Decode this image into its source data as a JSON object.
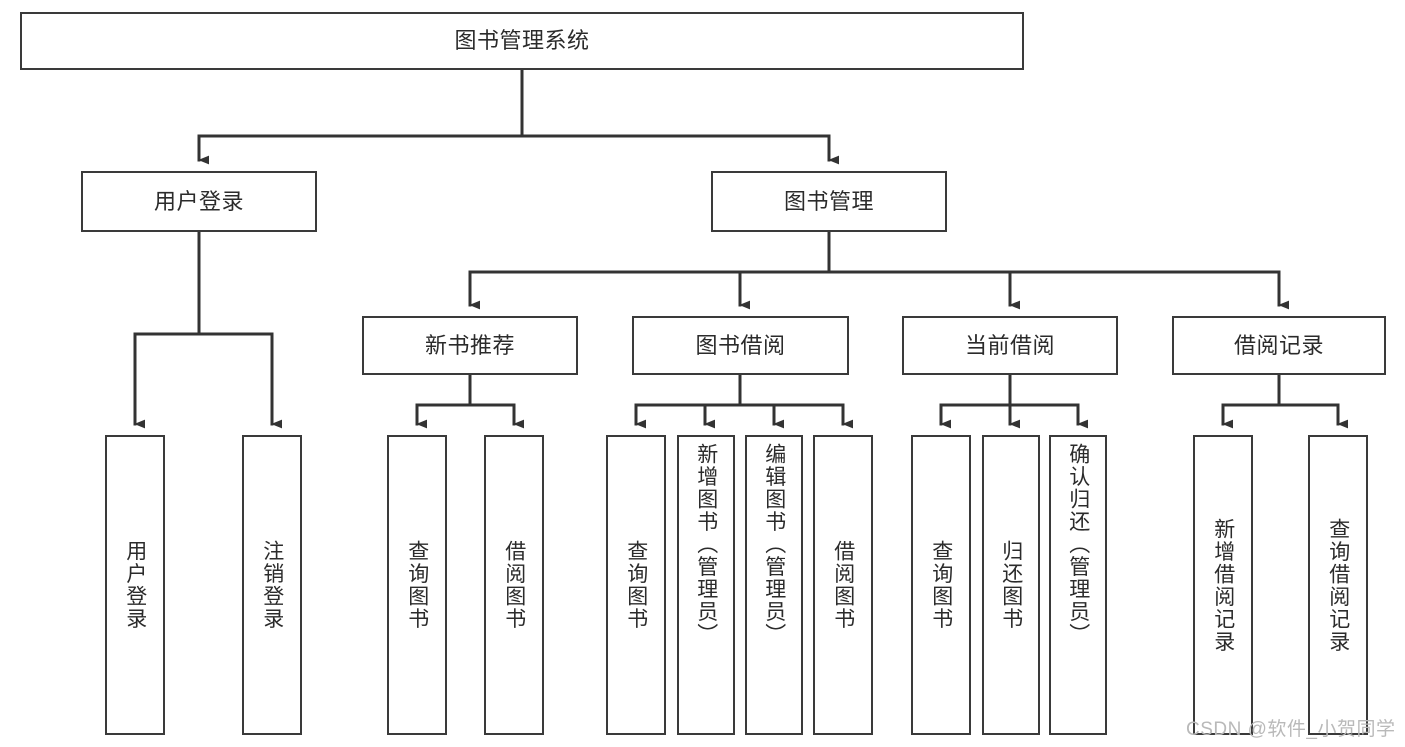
{
  "diagram": {
    "title": "图书管理系统",
    "type": "function-structure-tree",
    "watermark": "CSDN @软件_小贺同学",
    "colors": {
      "box_border": "#3a3a3a",
      "box_fill": "#ffffff",
      "connector": "#333333",
      "text": "#2b2b2b",
      "watermark": "#b9b9b9",
      "background": "#ffffff"
    },
    "levels": {
      "root": "图书管理系统",
      "level2": [
        "用户登录",
        "图书管理"
      ],
      "level3": [
        "新书推荐",
        "图书借阅",
        "当前借阅",
        "借阅记录"
      ]
    },
    "nodes": {
      "root": {
        "label": "图书管理系统"
      },
      "user_login": {
        "label": "用户登录"
      },
      "book_manage": {
        "label": "图书管理"
      },
      "new_book_rec": {
        "label": "新书推荐"
      },
      "book_borrow": {
        "label": "图书借阅"
      },
      "current_borrow": {
        "label": "当前借阅"
      },
      "borrow_record": {
        "label": "借阅记录"
      },
      "leaf_user_login": {
        "label": "用户登录"
      },
      "leaf_user_logout": {
        "label": "注销登录"
      },
      "leaf_rec_query": {
        "label": "查询图书"
      },
      "leaf_rec_borrow": {
        "label": "借阅图书"
      },
      "leaf_borrow_query": {
        "label": "查询图书"
      },
      "leaf_borrow_add": {
        "label": "新增图书（管理员）"
      },
      "leaf_borrow_edit": {
        "label": "编辑图书（管理员）"
      },
      "leaf_borrow_lend": {
        "label": "借阅图书"
      },
      "leaf_cur_query": {
        "label": "查询图书"
      },
      "leaf_cur_return": {
        "label": "归还图书"
      },
      "leaf_cur_confirm": {
        "label": "确认归还（管理员）"
      },
      "leaf_rec_add": {
        "label": "新增借阅记录"
      },
      "leaf_rec_query2": {
        "label": "查询借阅记录"
      }
    }
  }
}
